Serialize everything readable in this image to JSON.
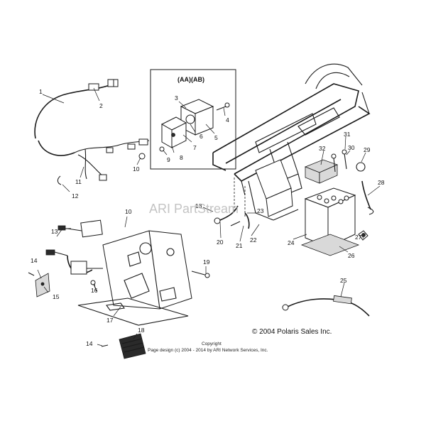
{
  "inset": {
    "label": "(AA)(AB)"
  },
  "callouts": [
    "1",
    "2",
    "3",
    "4",
    "5",
    "6",
    "7",
    "8",
    "9",
    "10",
    "11",
    "12",
    "13",
    "14",
    "15",
    "16",
    "17",
    "18",
    "19",
    "20",
    "21",
    "22",
    "23",
    "24",
    "25",
    "26",
    "27",
    "28",
    "29",
    "30",
    "31",
    "32",
    "10",
    "13",
    "14"
  ],
  "watermark": "ARI PartStream",
  "polaris_copyright": "© 2004 Polaris Sales Inc.",
  "copyright_heading": "Copyright",
  "page_design": "Page design (c) 2004 - 2014 by ARI Network Services, Inc."
}
